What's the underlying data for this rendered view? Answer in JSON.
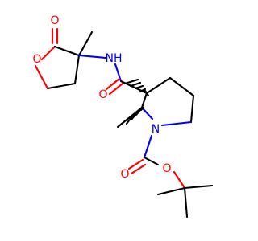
{
  "molecule": {
    "atoms": {
      "lactone_ring_oxygen": "O",
      "lactone_carbonyl_oxygen": "O",
      "amide_nitrogen": "NH",
      "amide_carbonyl_oxygen": "O",
      "piperidine_nitrogen": "N",
      "carbamate_carbonyl_oxygen": "O",
      "carbamate_ester_oxygen": "O"
    },
    "colors": {
      "oxygen": "#ff0000",
      "nitrogen": "#0000ff",
      "carbon_bond": "#000000"
    }
  }
}
